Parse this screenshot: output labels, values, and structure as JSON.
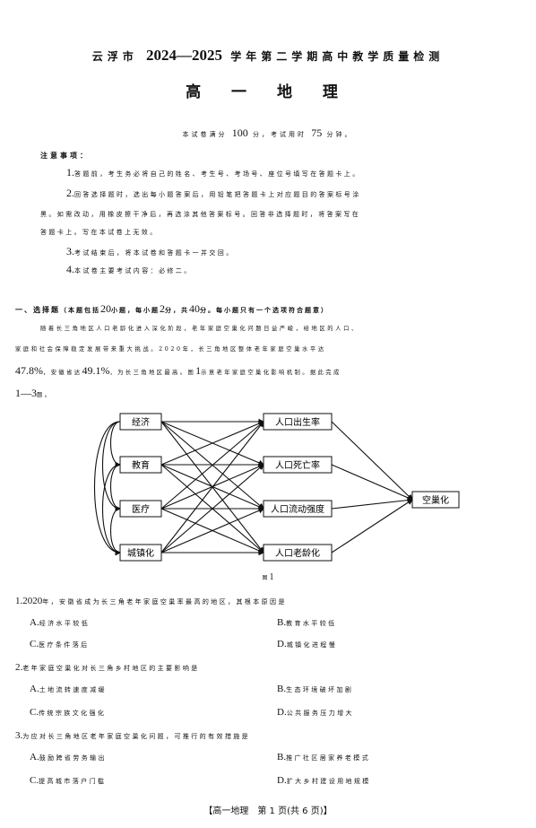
{
  "header": {
    "title_pre": "云浮市",
    "title_years": "2024—2025",
    "title_post": "学年第二学期高中教学质量检测",
    "subject": "高 一 地 理",
    "info_pre": "本试卷满分",
    "info_score": "100",
    "info_mid": "分，考试用时",
    "info_time": "75",
    "info_post": "分钟。"
  },
  "notice": {
    "heading": "注意事项：",
    "items": [
      {
        "num": "1.",
        "line1": "答题前，考生务必将自己的姓名、考生号、考场号、座位号填写在答题卡上。"
      },
      {
        "num": "2.",
        "line1": "回答选择题时，选出每小题答案后，用铅笔把答题卡上对应题目的答案标号涂",
        "line2": "黑。如需改动，用橡皮擦干净后，再选涂其他答案标号。回答非选择题时，将答案写在",
        "line3": "答题卡上。写在本试卷上无效。"
      },
      {
        "num": "3.",
        "line1": "考试结束后，将本试卷和答题卡一并交回。"
      },
      {
        "num": "4.",
        "line1": "本试卷主要考试内容：必修二。"
      }
    ]
  },
  "section1": {
    "head_a": "一、选择题",
    "head_b": "（本题包括",
    "head_n1": "20",
    "head_c": "小题，每小题",
    "head_n2": "2",
    "head_d": "分，共",
    "head_n3": "40",
    "head_e": "分。每小题只有一个选项符合题意）",
    "intro_line1": "随着长三角地区人口老龄化进入深化阶段，老年家庭空巢化问题日益严峻，给地区的人口、",
    "intro_line2": "家庭和社会保障稳定发展带来重大挑战。2020年，长三角地区整体老年家庭空巢水平达",
    "intro_pct1": "47.8%",
    "intro_mid": "，安徽省达",
    "intro_pct2": "49.1%",
    "intro_line3b": "，为长三角地区最高。图",
    "intro_fig": "1",
    "intro_line3c": "示意老年家庭空巢化影响机制。据此完成",
    "intro_range": "1—3",
    "intro_end": "题。"
  },
  "figure": {
    "left_nodes": [
      "经济",
      "教育",
      "医疗",
      "城镇化"
    ],
    "mid_nodes": [
      "人口出生率",
      "人口死亡率",
      "人口流动强度",
      "人口老龄化"
    ],
    "right_node": "空巢化",
    "caption_pre": "图",
    "caption_num": "1"
  },
  "questions": [
    {
      "num": "1.",
      "year": "2020",
      "text": "年，安徽省成为长三角老年家庭空巢率最高的地区，其根本原因是",
      "options": [
        {
          "label": "A.",
          "text": "经济水平较低"
        },
        {
          "label": "B.",
          "text": "教育水平较低"
        },
        {
          "label": "C.",
          "text": "医疗条件落后"
        },
        {
          "label": "D.",
          "text": "城镇化进程慢"
        }
      ]
    },
    {
      "num": "2.",
      "text": "老年家庭空巢化对长三角乡村地区的主要影响是",
      "options": [
        {
          "label": "A.",
          "text": "土地流转速度减缓"
        },
        {
          "label": "B.",
          "text": "生态环境破坏加剧"
        },
        {
          "label": "C.",
          "text": "传统宗族文化强化"
        },
        {
          "label": "D.",
          "text": "公共服务压力增大"
        }
      ]
    },
    {
      "num": "3.",
      "text": "为应对长三角地区老年家庭空巢化问题，可推行的有效措施是",
      "options": [
        {
          "label": "A.",
          "text": "鼓励跨省劳务输出"
        },
        {
          "label": "B.",
          "text": "推广社区居家养老模式"
        },
        {
          "label": "C.",
          "text": "提高城市落户门槛"
        },
        {
          "label": "D.",
          "text": "扩大乡村建设用地规模"
        }
      ]
    }
  ],
  "footer": {
    "text": "【高一地理　第 1 页(共 6 页)】"
  }
}
